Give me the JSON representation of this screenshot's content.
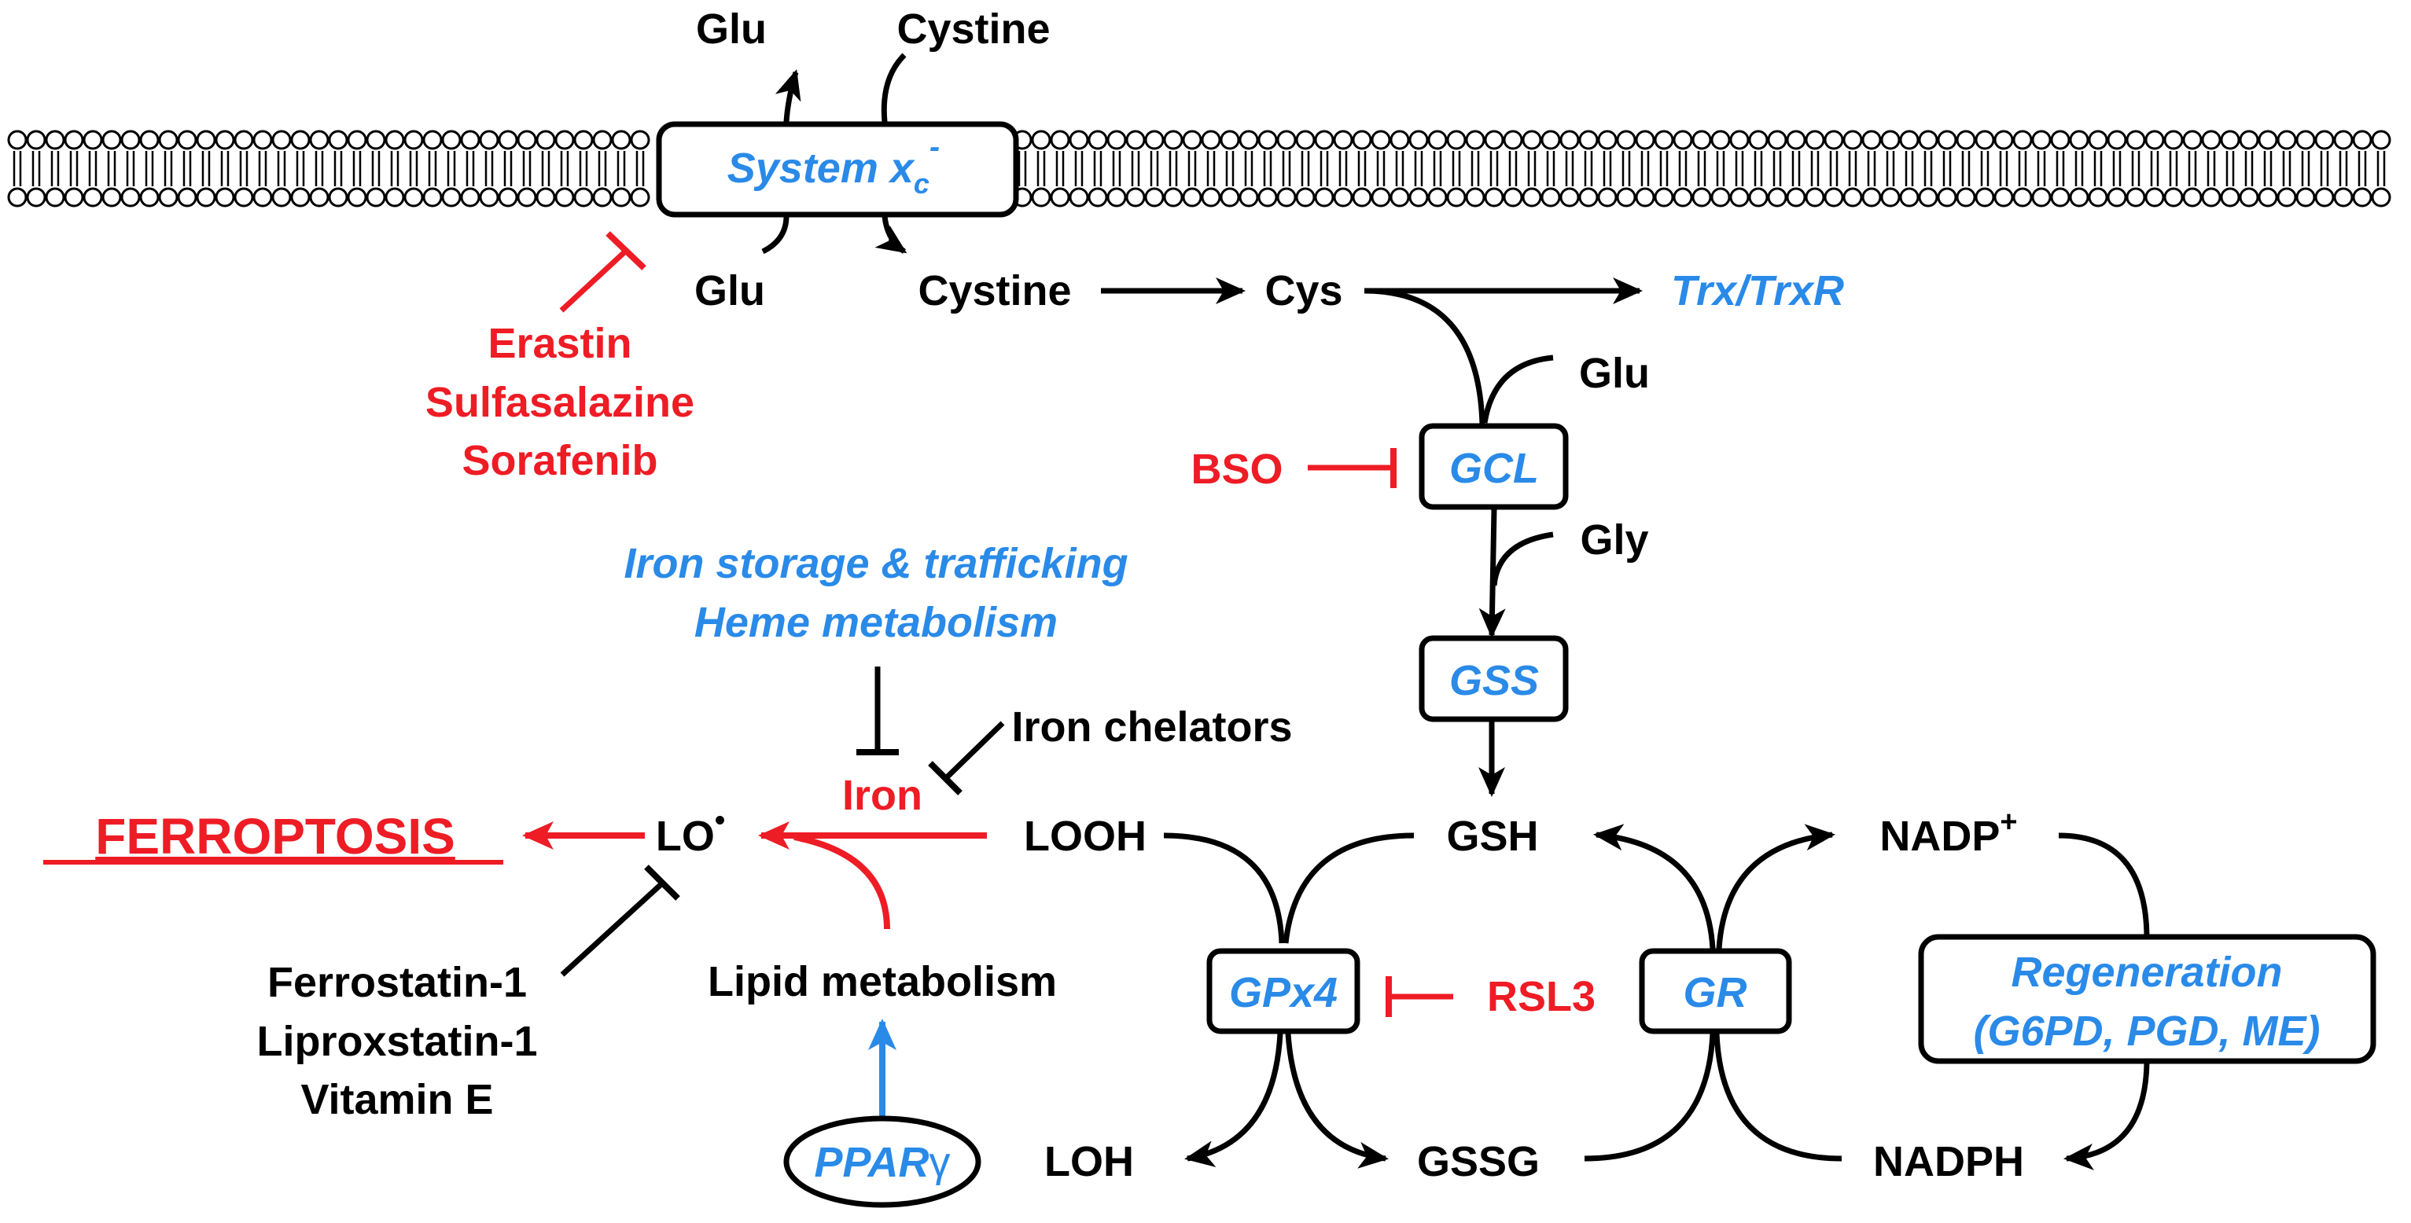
{
  "colors": {
    "black": "#000000",
    "red": "#ee1c25",
    "blue": "#2a8ae8"
  },
  "membrane": {
    "transporter": "System x",
    "transporter_sub": "c",
    "transporter_sup": "-"
  },
  "outside": {
    "glu": "Glu",
    "cystine": "Cystine"
  },
  "inside": {
    "glu": "Glu",
    "cystine": "Cystine",
    "cys": "Cys",
    "trx": "Trx/TrxR",
    "glu2": "Glu",
    "gly": "Gly"
  },
  "inhibitors_xc": [
    "Erastin",
    "Sulfasalazine",
    "Sorafenib"
  ],
  "bso": "BSO",
  "enzymes": {
    "gcl": "GCL",
    "gss": "GSS",
    "gpx4": "GPx4",
    "gr": "GR"
  },
  "regeneration": {
    "line1": "Regeneration",
    "line2": "(G6PD, PGD, ME)"
  },
  "metabolites": {
    "gsh": "GSH",
    "gssg": "GSSG",
    "nadp": "NADP",
    "nadp_sup": "+",
    "nadph": "NADPH",
    "looh": "LOOH",
    "loh": "LOH",
    "lo": "LO",
    "lo_sup": "•"
  },
  "rsl3": "RSL3",
  "iron": {
    "label": "Iron",
    "chelators": "Iron chelators",
    "storage1": "Iron storage & trafficking",
    "storage2": "Heme metabolism"
  },
  "outcome": "FERROPTOSIS",
  "inhibitors_lo": [
    "Ferrostatin-1",
    "Liproxstatin-1",
    "Vitamin E"
  ],
  "lipid": "Lipid metabolism",
  "ppar": {
    "main": "PPAR",
    "greek": "γ"
  }
}
